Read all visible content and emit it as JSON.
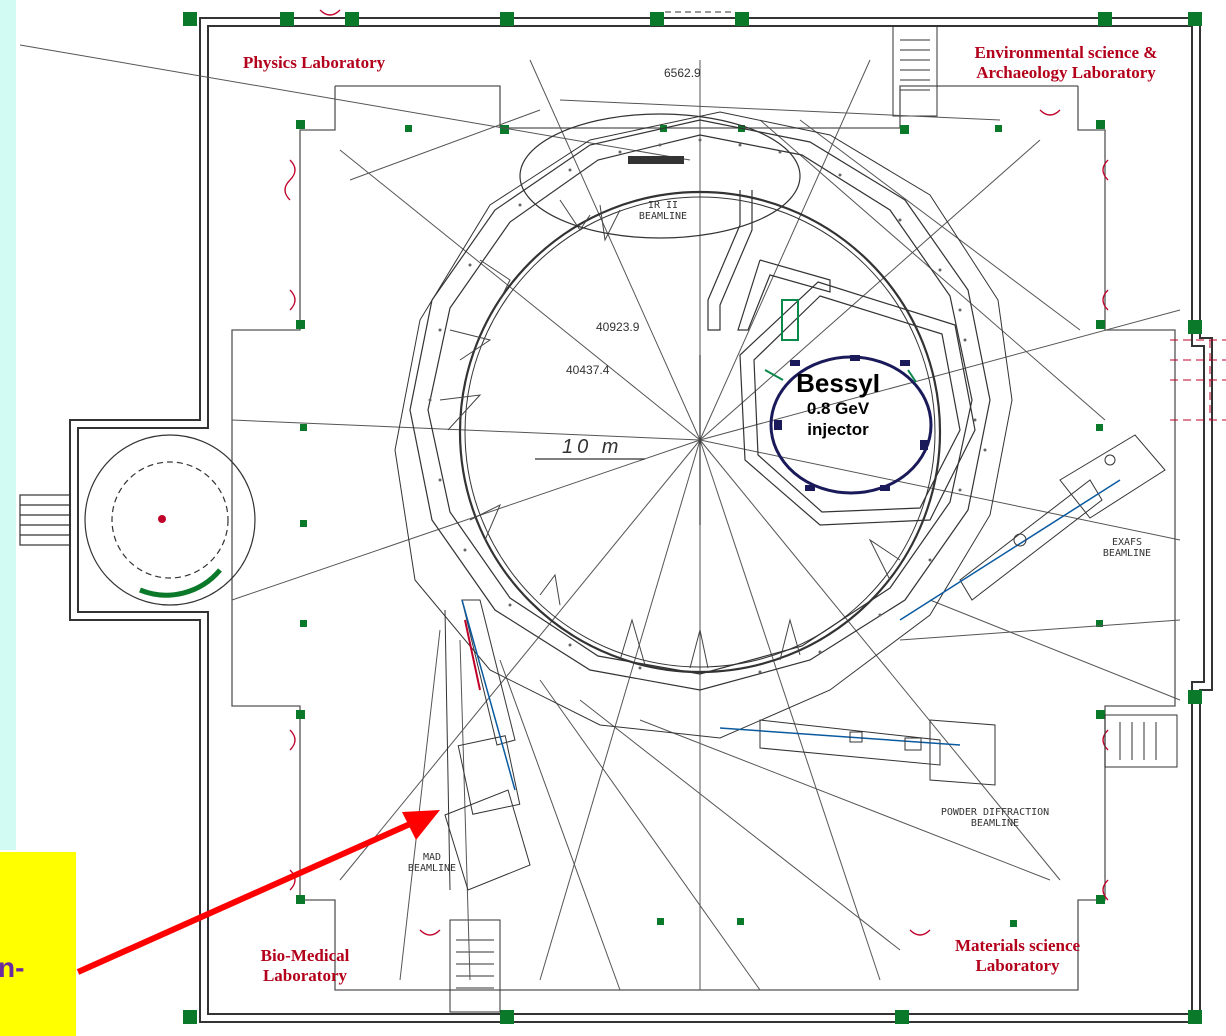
{
  "labels": {
    "physics_lab": "Physics Laboratory",
    "env_lab_line1": "Environmental science &",
    "env_lab_line2": "Archaeology Laboratory",
    "bio_lab_line1": "Bio-Medical",
    "bio_lab_line2": "Laboratory",
    "materials_lab_line1": "Materials science",
    "materials_lab_line2": "Laboratory"
  },
  "beamlines": {
    "ir2_line1": "IR II",
    "ir2_line2": "BEAMLINE",
    "exafs_line1": "EXAFS",
    "exafs_line2": "BEAMLINE",
    "powder_line1": "POWDER DIFFRACTION",
    "powder_line2": "BEAMLINE",
    "mad_line1": "MAD",
    "mad_line2": "BEAMLINE"
  },
  "dimensions": {
    "outer_diameter": "40923.9",
    "inner_diameter": "40437.4",
    "top_dim": "6562.9",
    "scale": "10 m"
  },
  "injector": {
    "name": "BessyI",
    "energy": "0.8 GeV",
    "role": "injector"
  },
  "callout": {
    "fragment": "n-"
  },
  "colors": {
    "lab_label": "#b3001b",
    "arrow": "#ff0000",
    "callout_bg": "#ffff00",
    "left_panel": "#d2fbf4",
    "wall_green": "#0a7a2a"
  }
}
